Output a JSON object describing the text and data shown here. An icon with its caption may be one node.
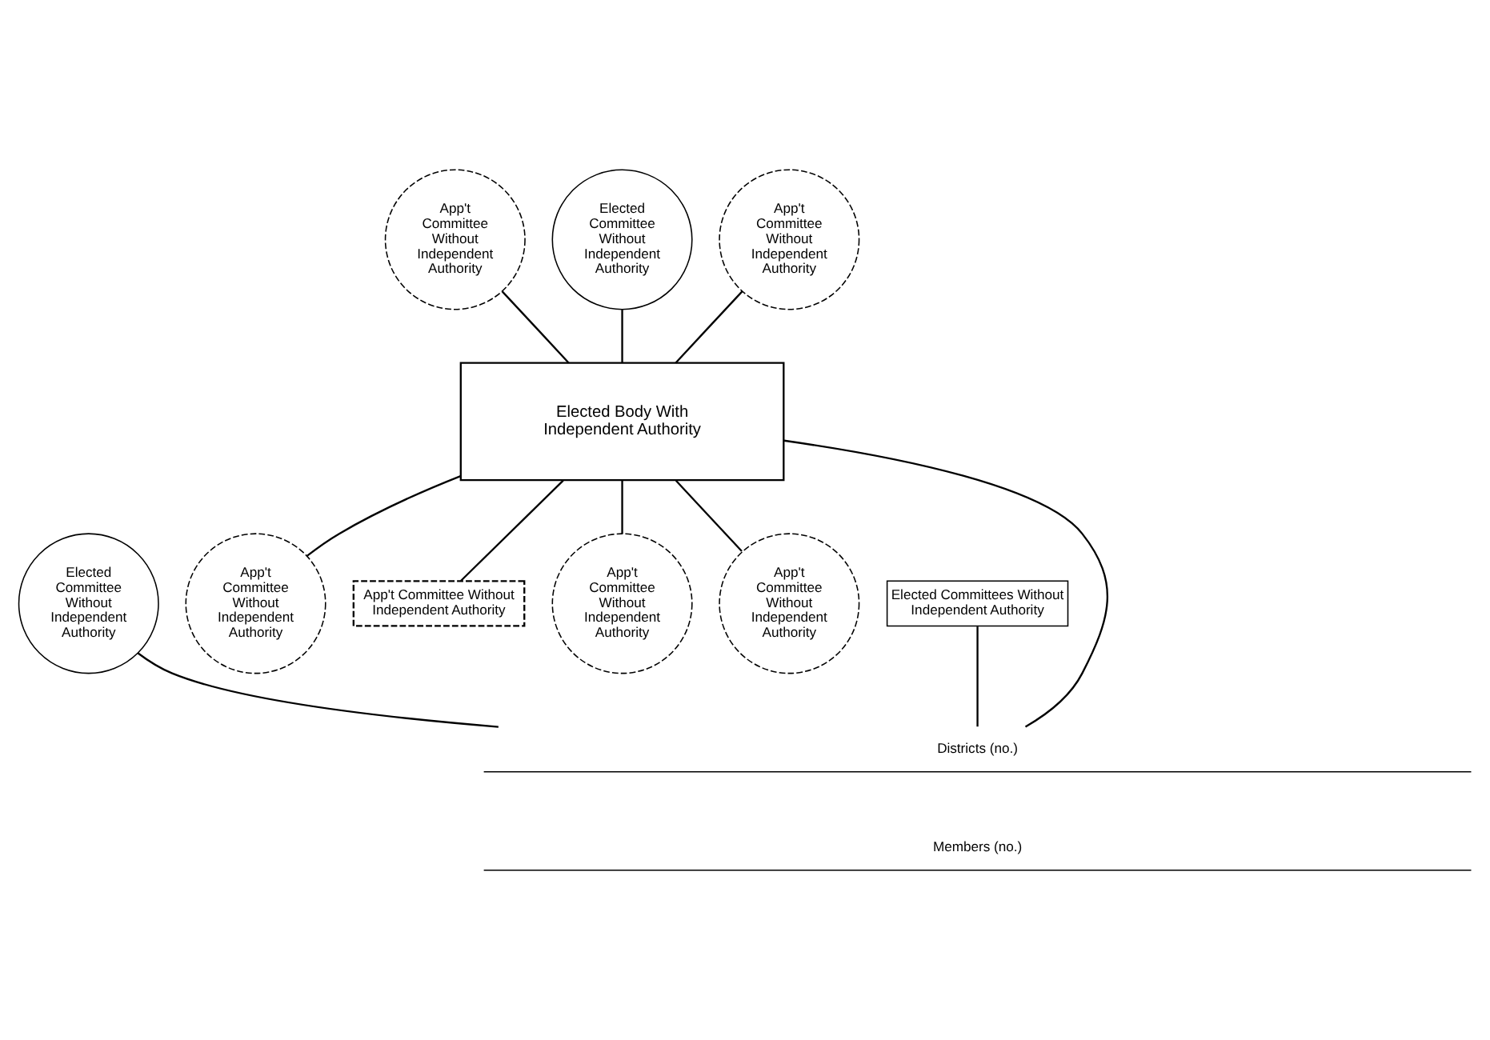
{
  "diagram": {
    "nodes": [
      {
        "text": [
          "Elected Body With Independent Authority"
        ]
      },
      {
        "text": [
          "App't Committee Without Independent Authority"
        ]
      },
      {
        "text": [
          "Elected Committee Without Independent Authority"
        ]
      },
      {
        "text": [
          "App't Committee Without Independent Authority"
        ]
      },
      {
        "text": [
          "Elected Committee Without Independent Authority"
        ]
      },
      {
        "text": [
          "Elected Committees Without Independent Authority"
        ]
      },
      {
        "text": [
          "App't Committee Without Independent Authority"
        ]
      },
      {
        "text": [
          "App't Committee Without Independent Authority"
        ]
      },
      {
        "text": [
          "App't Committee Without Independent Authority"
        ]
      },
      {
        "text": [
          "App't Committee Without Independent Authority"
        ]
      },
      {
        "text": [
          "Districts (no.)"
        ]
      },
      {
        "text": [
          "Members (no.)"
        ]
      }
    ],
    "edges": [
      {
        "from": 1,
        "to": 0,
        "arrow": "none"
      },
      {
        "from": 2,
        "to": 0,
        "arrow": "none"
      },
      {
        "from": 3,
        "to": 0,
        "arrow": "none"
      },
      {
        "from": 0,
        "to": 6,
        "arrow": "none"
      },
      {
        "from": 0,
        "to": 7,
        "arrow": "none"
      },
      {
        "from": 0,
        "to": 8,
        "arrow": "none"
      },
      {
        "from": 0,
        "to": 9,
        "arrow": "none"
      },
      {
        "from": 0,
        "to": 10,
        "arrow": "none"
      },
      {
        "from": 4,
        "to": 10,
        "arrow": "none"
      },
      {
        "from": 5,
        "to": 10,
        "arrow": "none"
      }
    ]
  }
}
